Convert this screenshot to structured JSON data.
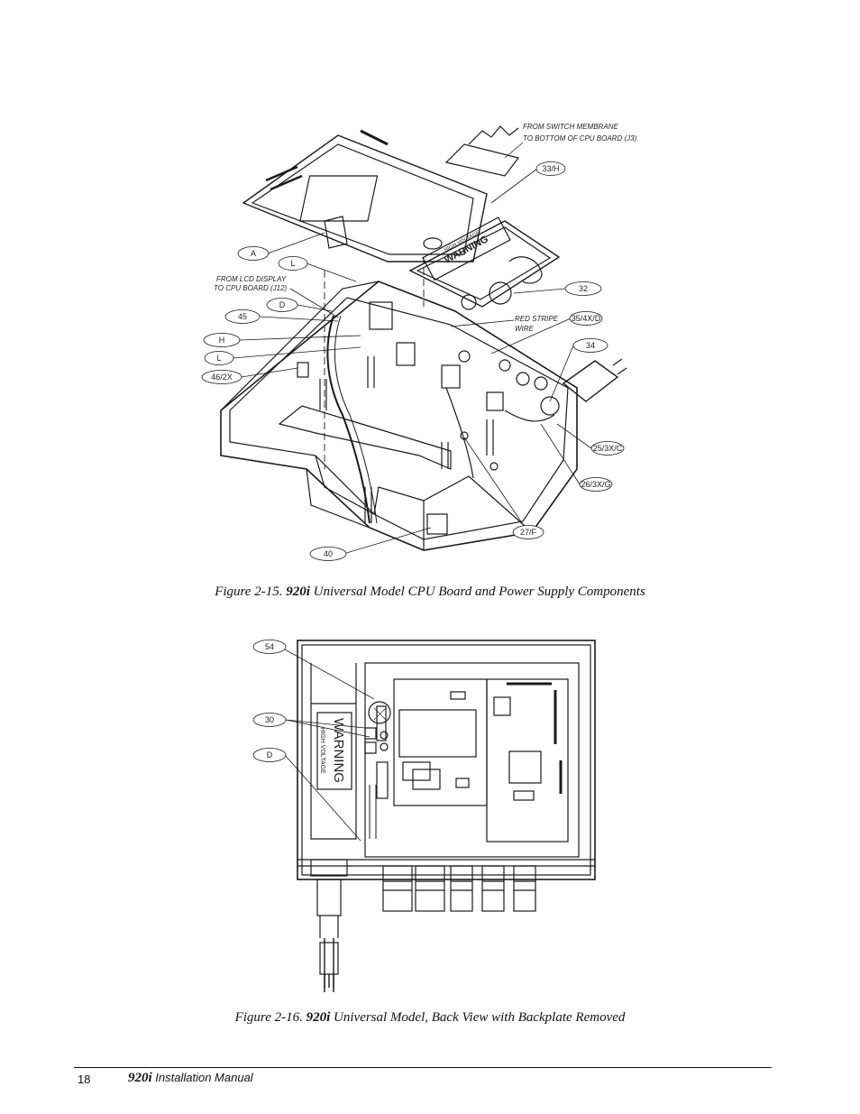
{
  "figure1": {
    "callouts": {
      "A": "A",
      "L_top": "L",
      "D": "D",
      "c45": "45",
      "H": "H",
      "L_low": "L",
      "c46": "46/2X",
      "c33": "33/H",
      "c32": "32",
      "c35": "35/4X/D",
      "c34": "34",
      "c25": "25/3X/C",
      "c26": "26/3X/G",
      "c27": "27/F",
      "c40": "40"
    },
    "notes": {
      "switch_membrane_1": "FROM SWITCH MEMBRANE",
      "switch_membrane_2": "TO BOTTOM OF CPU BOARD (J3)",
      "lcd_1": "FROM LCD DISPLAY",
      "lcd_2": "TO CPU BOARD (J12)",
      "red_stripe_1": "RED STRIPE",
      "red_stripe_2": "WIRE",
      "warning": "WARNING",
      "high_voltage": "HIGH VOLTAGE"
    },
    "caption_prefix": "Figure 2-15. ",
    "caption_model": "920i",
    "caption_rest": " Universal Model CPU Board and Power Supply Components"
  },
  "figure2": {
    "callouts": {
      "c54": "54",
      "c30": "30",
      "D": "D"
    },
    "warning": "WARNING",
    "high_voltage": "HIGH VOLTAGE",
    "caption_prefix": "Figure 2-16. ",
    "caption_model": "920i",
    "caption_rest": " Universal Model, Back View with Backplate Removed"
  },
  "footer": {
    "page_number": "18",
    "manual_model": "920i",
    "manual_title": " Installation Manual"
  }
}
